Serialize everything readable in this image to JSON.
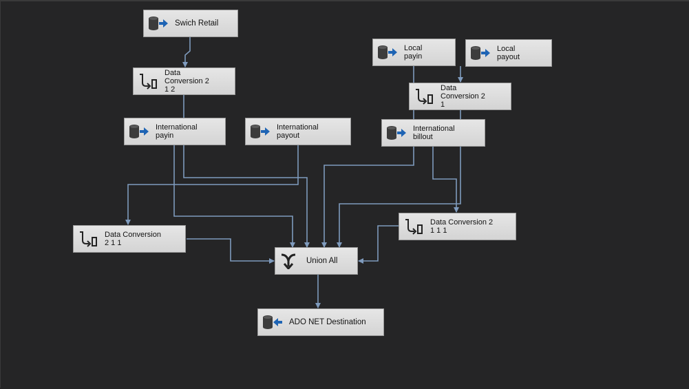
{
  "nodes": {
    "switch_retail": {
      "line1": "Swich Retail",
      "line2": ""
    },
    "data_conversion_2_1_2": {
      "line1": "Data",
      "line2": "Conversion 2",
      "line3": "1 2"
    },
    "local_payin": {
      "line1": "Local",
      "line2": "payin"
    },
    "local_payout": {
      "line1": "Local",
      "line2": "payout"
    },
    "data_conversion_2_1": {
      "line1": "Data",
      "line2": "Conversion 2",
      "line3": "1"
    },
    "international_payin": {
      "line1": "International",
      "line2": "payin"
    },
    "international_payout": {
      "line1": "International",
      "line2": "payout"
    },
    "international_billout": {
      "line1": "International",
      "line2": "billout"
    },
    "data_conversion_2_1_1": {
      "line1": "Data Conversion",
      "line2": "2 1 1"
    },
    "data_conversion_2_1_1_1": {
      "line1": "Data Conversion 2",
      "line2": "1 1 1"
    },
    "union_all": {
      "line1": "Union All"
    },
    "ado_net_destination": {
      "line1": "ADO NET Destination"
    }
  },
  "icons": {
    "source": "database-source-icon",
    "destination": "database-destination-icon",
    "conversion": "data-conversion-icon",
    "union": "union-all-icon"
  },
  "colors": {
    "background": "#252526",
    "connector": "#7f9bbd",
    "node_fill": "#dcdcdc",
    "arrow_blue": "#1e64b4",
    "cylinder": "#3c3c3c"
  }
}
